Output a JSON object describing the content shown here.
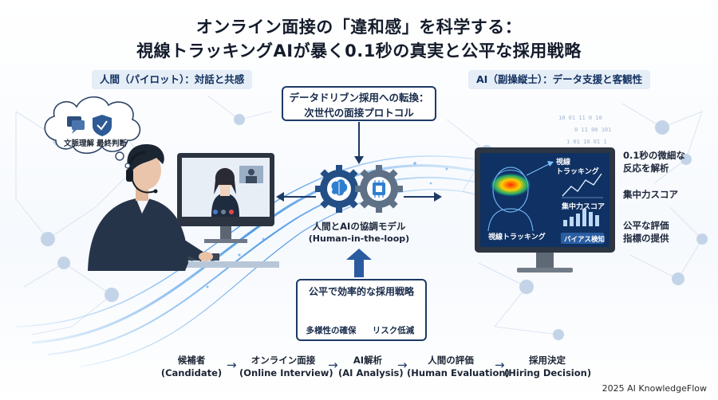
{
  "title": {
    "line1": "オンライン面接の「違和感」を科学する：",
    "line2": "視線トラッキングAIが暴く0.1秒の真実と公平な採用戦略"
  },
  "left_header": "人間（パイロット）：対話と共感",
  "right_header": "AI（副操縦士）：データ支援と客観性",
  "top_box": {
    "line1": "データドリブン採用への転換：",
    "line2": "次世代の面接プロトコル"
  },
  "center": {
    "line1": "人間とAIの協調モデル",
    "line2": "(Human-in-the-loop)"
  },
  "bottom_box": {
    "title": "公平で効率的な採用戦略",
    "item1": "多様性の確保",
    "item2": "リスク低減"
  },
  "thought_bubble": {
    "item1": "文脈理解",
    "item2": "最終判断"
  },
  "right_screen": {
    "label_tracking_1": "視線",
    "label_tracking_2": "トラッキング",
    "label_focus": "集中力スコア",
    "label_bottom": "視線トラッキング",
    "label_bias": "バイアス検知"
  },
  "right_texts": {
    "item1_line1": "0.1秒の微細な",
    "item1_line2": "反応を解析",
    "item2": "集中力スコア",
    "item3_line1": "公平な評価",
    "item3_line2": "指標の提供"
  },
  "flow": [
    {
      "ja": "候補者",
      "en": "(Candidate)"
    },
    {
      "ja": "オンライン面接",
      "en": "(Online Interview)"
    },
    {
      "ja": "AI解析",
      "en": "(AI Analysis)"
    },
    {
      "ja": "人間の評価",
      "en": "(Human Evaluation)"
    },
    {
      "ja": "採用決定",
      "en": "(Hiring Decision)"
    }
  ],
  "footer": "2025 AI KnowledgeFlow",
  "colors": {
    "navy": "#1e3a66",
    "accent_blue": "#2f7fd0",
    "light_blue": "#e5edf7"
  }
}
